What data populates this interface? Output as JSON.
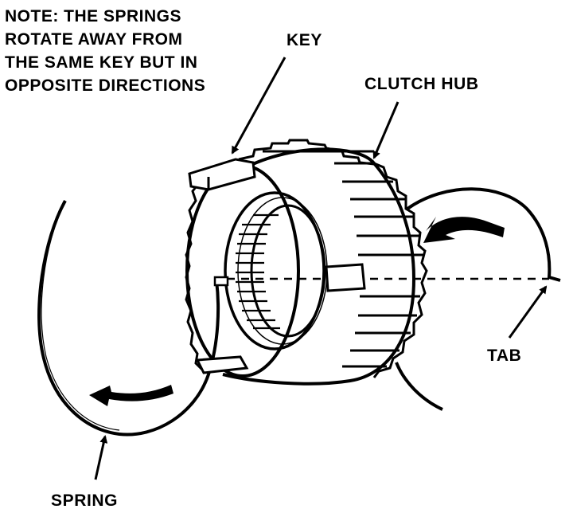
{
  "note": {
    "lines": [
      "NOTE: THE SPRINGS",
      "ROTATE AWAY FROM",
      "THE SAME KEY BUT IN",
      "OPPOSITE DIRECTIONS"
    ]
  },
  "labels": {
    "key": "KEY",
    "clutch_hub": "CLUTCH HUB",
    "tab": "TAB",
    "spring": "SPRING"
  }
}
